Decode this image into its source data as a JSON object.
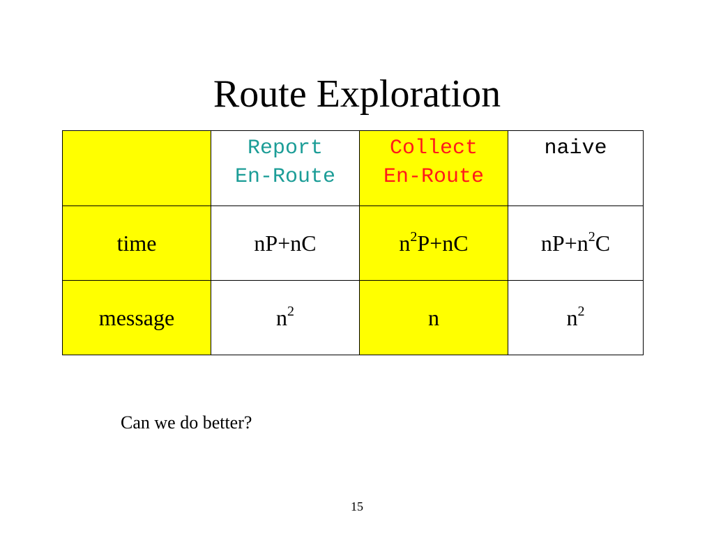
{
  "title": "Route Exploration",
  "table": {
    "headers": [
      "",
      [
        "Report",
        "En-Route"
      ],
      [
        "Collect",
        "En-Route"
      ],
      [
        "naive"
      ]
    ],
    "rows": [
      {
        "label": "time",
        "cells": [
          {
            "base": "nP+nC"
          },
          {
            "pre": "n",
            "sup": "2",
            "post": "P+nC"
          },
          {
            "pre": "nP+n",
            "sup": "2",
            "post": "C"
          }
        ]
      },
      {
        "label": "message",
        "cells": [
          {
            "pre": "n",
            "sup": "2",
            "post": ""
          },
          {
            "base": "n"
          },
          {
            "pre": "n",
            "sup": "2",
            "post": ""
          }
        ]
      }
    ],
    "colors": {
      "highlight": "#ffff00",
      "report_text": "#1c9d97",
      "collect_text": "#ff1a1a"
    }
  },
  "caption": "Can we do better?",
  "page_number": "15"
}
